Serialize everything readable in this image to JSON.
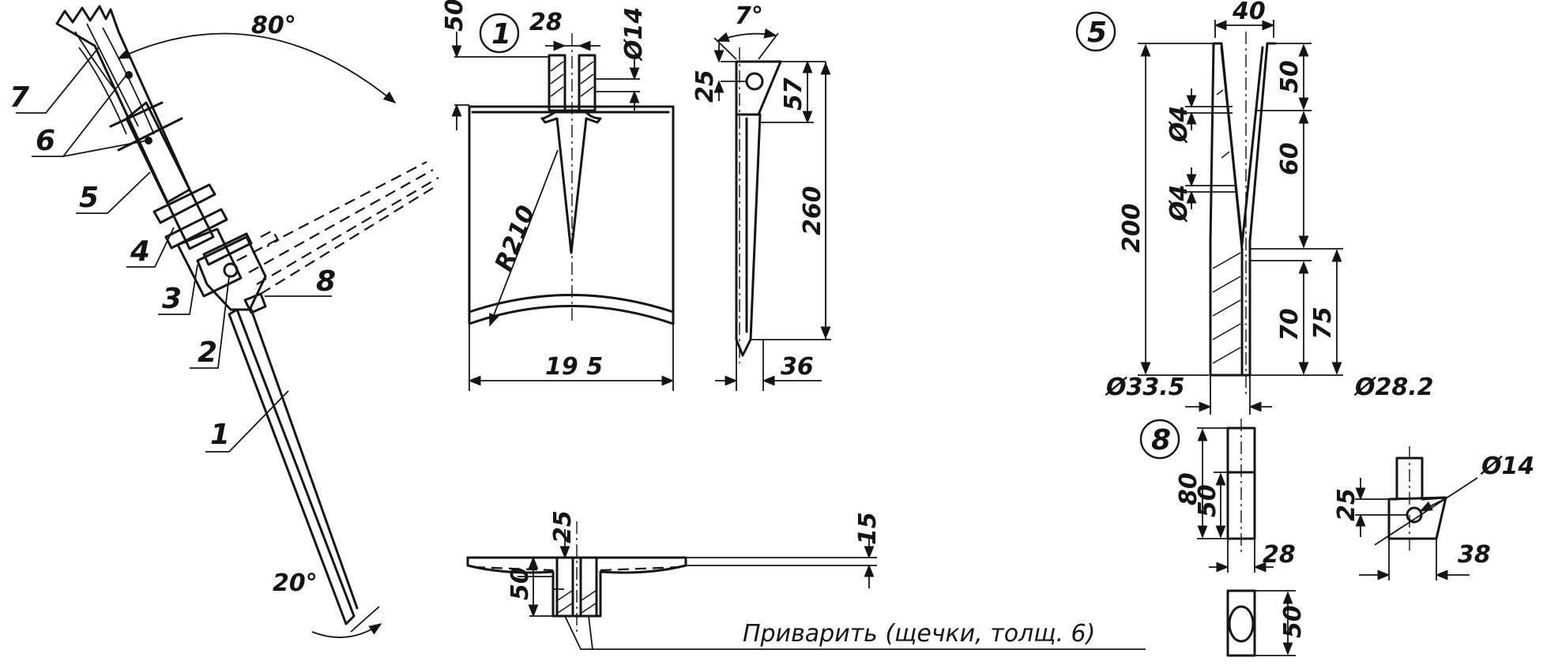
{
  "side_view": {
    "angle_top": "80°",
    "angle_tip": "20°",
    "part_labels": {
      "p1": "1",
      "p2": "2",
      "p3": "3",
      "p4": "4",
      "p5": "5",
      "p6": "6",
      "p7": "7",
      "p8": "8"
    }
  },
  "blade_front": {
    "marker": "1",
    "dim_50": "50",
    "dim_28": "28",
    "dim_d14": "Ø14",
    "dim_r210": "R210",
    "dim_195": "19 5"
  },
  "blade_side": {
    "dim_7deg": "7°",
    "dim_25": "25",
    "dim_57": "57",
    "dim_260": "260",
    "dim_36": "36"
  },
  "blade_bottom": {
    "dim_25": "25",
    "dim_50": "50",
    "dim_15": "15",
    "note": "Приварить (щечки, толщ. 6)"
  },
  "part5": {
    "marker": "5",
    "dim_40": "40",
    "dim_50": "50",
    "dim_60": "60",
    "dim_200": "200",
    "dim_d4a": "Ø4",
    "dim_d4b": "Ø4",
    "dim_70": "70",
    "dim_75": "75",
    "dim_d335": "Ø33.5",
    "dim_d282": "Ø28.2"
  },
  "part8": {
    "marker": "8",
    "dim_80": "80",
    "dim_50a": "50",
    "dim_28": "28",
    "dim_25": "25",
    "dim_38": "38",
    "dim_d14": "Ø14",
    "dim_50b": "50"
  }
}
